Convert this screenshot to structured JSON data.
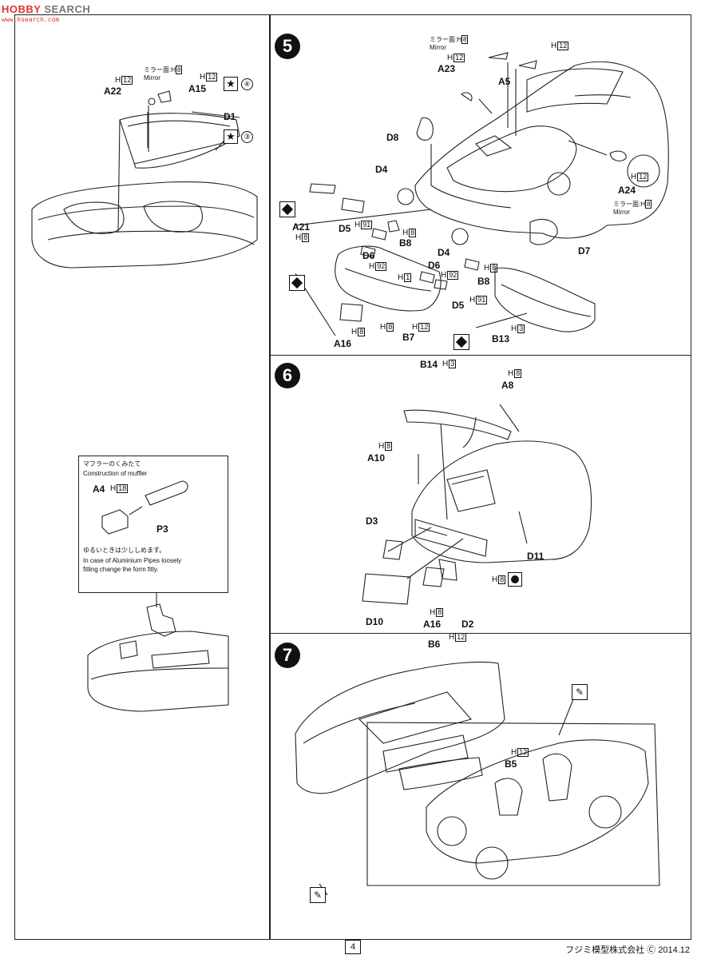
{
  "watermark": {
    "brand": "HOBBY",
    "brand2": " SEARCH",
    "url": "www.hsearch.com"
  },
  "step_numbers": {
    "s5": "5",
    "s6": "6",
    "s7": "7"
  },
  "color_codes": {
    "h1": "1",
    "h3": "3",
    "h8": "8",
    "h12": "12",
    "h18": "18",
    "h91": "91",
    "h92": "92"
  },
  "h_prefix": "H",
  "mirror": {
    "jp": "ミラー面:",
    "en": "Mirror"
  },
  "left_panel": {
    "parts": {
      "a22": "A22",
      "a15": "A15",
      "d1": "D1"
    },
    "circled": {
      "c4": "④",
      "c3": "③"
    },
    "star_glyph": "★"
  },
  "muffler": {
    "title_jp": "マフラーのくみたて",
    "title_en": "Construction of muffler",
    "part_a4": "A4",
    "part_p3": "P3",
    "note_jp": "ゆるいときは少ししめます。",
    "note_en_1": "In case of Aluminium Pipes loosely",
    "note_en_2": "fitling change the form fitly."
  },
  "step5": {
    "a23": "A23",
    "a5": "A5",
    "d8": "D8",
    "d4a": "D4",
    "a24": "A24",
    "a21": "A21",
    "d5a": "D5",
    "b8a": "B8",
    "d6a": "D6",
    "d4b": "D4",
    "d7": "D7",
    "d6b": "D6",
    "b8b": "B8",
    "d5b": "D5",
    "a16": "A16",
    "b7": "B7",
    "b13": "B13"
  },
  "step6": {
    "b14": "B14",
    "a8": "A8",
    "a10": "A10",
    "d3": "D3",
    "d11": "D11",
    "d10": "D10",
    "a16": "A16",
    "d2": "D2"
  },
  "step7": {
    "b6": "B6",
    "b5": "B5"
  },
  "footer": {
    "page": "4",
    "company": "フジミ模型株式会社 Ⓒ 2014.12"
  }
}
